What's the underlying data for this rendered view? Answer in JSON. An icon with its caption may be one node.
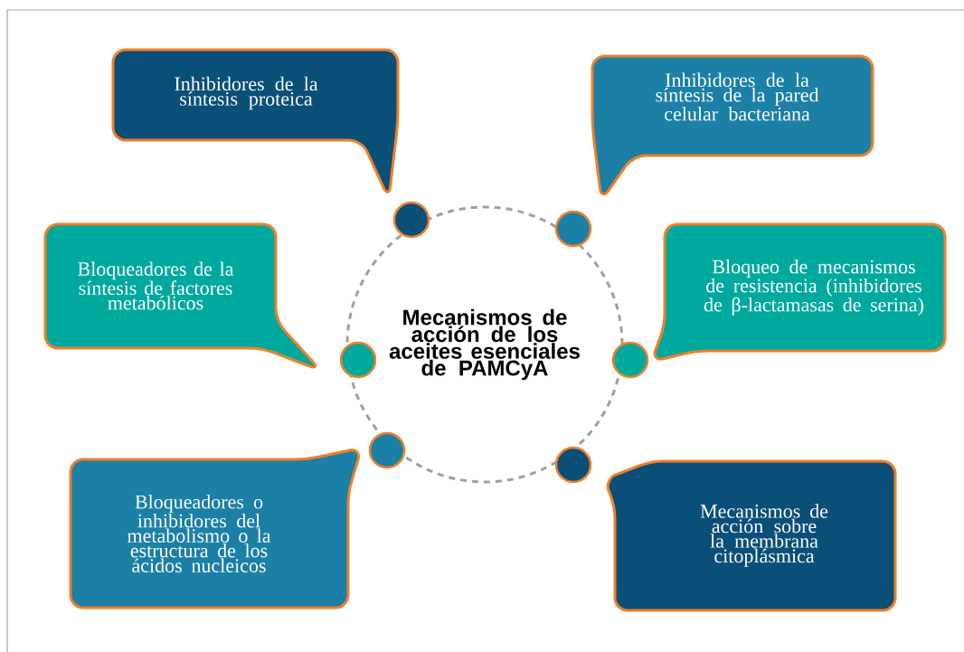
{
  "diagram": {
    "nodes": [
      {
        "text": [
          "Inhibidores de la síntesis proteica"
        ]
      },
      {
        "text": [
          "Inhibidores de la síntesis de la pared celular bacteriana"
        ]
      },
      {
        "text": [],
        "shape": "circle"
      },
      {
        "text": [],
        "shape": "circle"
      },
      {
        "text": [
          "Bloqueadores de la síntesis de factores metabólicos"
        ]
      },
      {
        "text": [
          "Mecanismos de acción de los aceites esenciales de PAMCyA"
        ]
      },
      {
        "text": [],
        "shape": "circle"
      },
      {
        "text": [],
        "shape": "circle"
      },
      {
        "text": [
          "Bloqueo de mecanismos de resistencia (inhibidores de β-lactamasas de serina)"
        ]
      },
      {
        "text": [],
        "shape": "circle"
      },
      {
        "text": [],
        "shape": "circle"
      },
      {
        "text": [
          "Bloqueadores o inhibidores del metabolismo o la estructura de los ácidos nucleicos"
        ]
      },
      {
        "text": [
          "Mecanismos de acción sobre la membrana citoplásmica"
        ]
      }
    ]
  }
}
